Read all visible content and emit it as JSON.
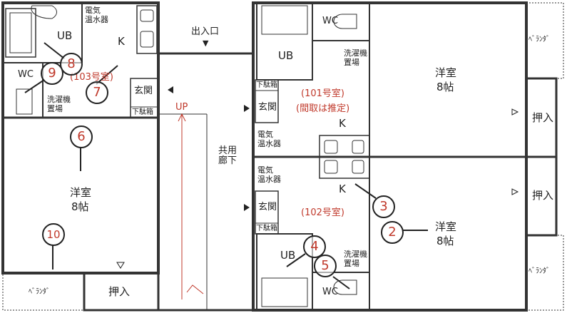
{
  "entrance": {
    "label": "出入口",
    "marker": "▼"
  },
  "corridor": {
    "label": "共用\n廊下",
    "stair_label": "UP"
  },
  "rooms": {
    "r103": {
      "name": "(103号室)",
      "ub": "UB",
      "wc": "WC",
      "k": "K",
      "heater": "電気\n温水器",
      "washer": "洗濯機\n置場",
      "genkan": "玄関",
      "getabako": "下駄箱",
      "yoshitsu": "洋室",
      "size": "8帖",
      "veranda": "ﾍﾞﾗﾝﾀﾞ",
      "oshiire": "押入"
    },
    "r101": {
      "name": "(101号室)",
      "note": "(間取は推定)",
      "ub": "UB",
      "wc": "WC",
      "k": "K",
      "heater": "電気\n温水器",
      "washer": "洗濯機\n置場",
      "genkan": "玄関",
      "getabako": "下駄箱",
      "yoshitsu": "洋室",
      "size": "8帖",
      "veranda": "ﾍﾞﾗﾝﾀﾞ",
      "oshiire": "押入"
    },
    "r102": {
      "name": "(102号室)",
      "ub": "UB",
      "wc": "WC",
      "k": "K",
      "heater": "電気\n温水器",
      "washer": "洗濯機\n置場",
      "genkan": "玄関",
      "getabako": "下駄箱",
      "yoshitsu": "洋室",
      "size": "8帖",
      "veranda": "ﾍﾞﾗﾝﾀﾞ",
      "oshiire": "押入"
    }
  },
  "photo_points": [
    "2",
    "3",
    "4",
    "5",
    "6",
    "7",
    "8",
    "9",
    "10"
  ],
  "colors": {
    "wall": "#333333",
    "annotation": "#c0392b"
  }
}
